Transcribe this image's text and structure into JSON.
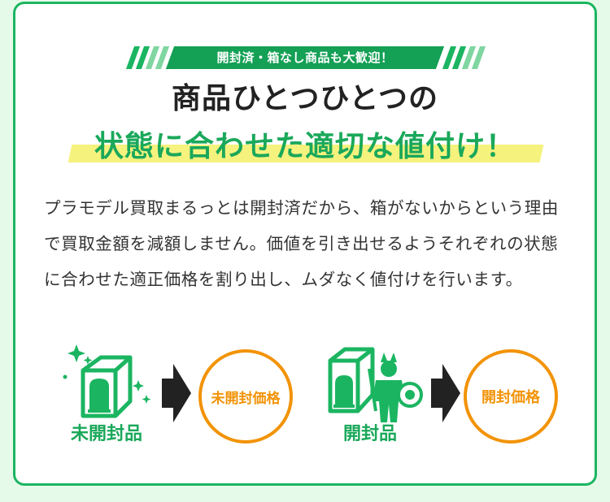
{
  "banner": {
    "label": "開封済・箱なし商品も大歓迎！"
  },
  "heading": {
    "line1": "商品ひとつひとつの",
    "line2": "状態に合わせた適切な値付け！"
  },
  "body": {
    "paragraph": "プラモデル買取まるっとは開封済だから、箱がないからという理由で買取金額を減額しません。価値を引き出せるようそれぞれの状態に合わせた適正価格を割り出し、ムダなく値付けを行います。"
  },
  "diagram": {
    "unopened": {
      "caption": "未開封品",
      "price_label": "未開封価格"
    },
    "opened": {
      "caption": "開封品",
      "price_label": "開封価格"
    }
  },
  "colors": {
    "accent_green": "#1bb561",
    "accent_orange": "#f29307",
    "highlight": "#f6f27e"
  }
}
